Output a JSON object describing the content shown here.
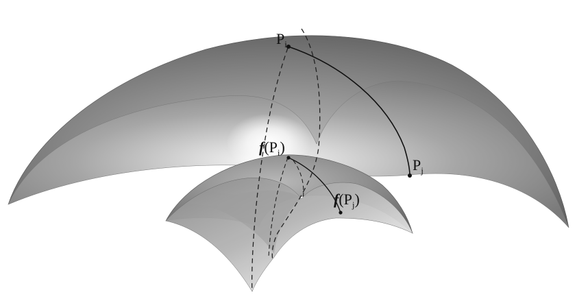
{
  "labels": {
    "pi": {
      "main": "P",
      "sub": "i"
    },
    "pj": {
      "main": "P",
      "sub": "j"
    },
    "fpi": {
      "func": "f",
      "open": "(",
      "main": "P",
      "sub": "i",
      "close": ")"
    },
    "fpj": {
      "func": "f",
      "open": "(",
      "main": "P",
      "sub": "j",
      "close": ")"
    }
  },
  "colors": {
    "surface_dark": "#6f6f6f",
    "surface_mid": "#9a9a9a",
    "surface_light": "#f4f4f4",
    "highlight": "#ffffff",
    "curve": "#111111",
    "dashed": "#222222"
  }
}
